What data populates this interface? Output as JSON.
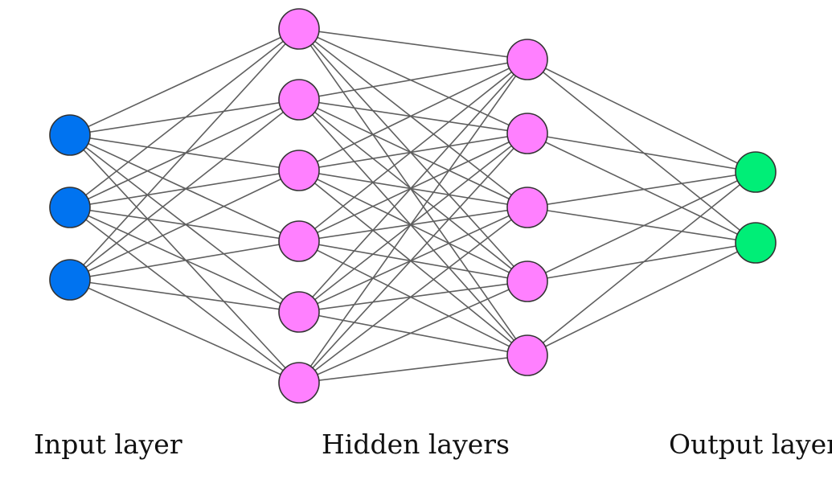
{
  "diagram": {
    "type": "feedforward-neural-network",
    "connections": "fully-connected between adjacent layers",
    "layers": [
      {
        "role": "input",
        "nodes": 3,
        "color": "#0073f0"
      },
      {
        "role": "hidden",
        "nodes": 6,
        "color": "#ff80ff"
      },
      {
        "role": "hidden",
        "nodes": 5,
        "color": "#ff80ff"
      },
      {
        "role": "output",
        "nodes": 2,
        "color": "#00ee77"
      }
    ],
    "edge_color": "#5f5f5f",
    "node_stroke": "#333333"
  },
  "labels": {
    "input": "Input layer",
    "hidden": "Hidden layers",
    "output": "Output layer"
  }
}
